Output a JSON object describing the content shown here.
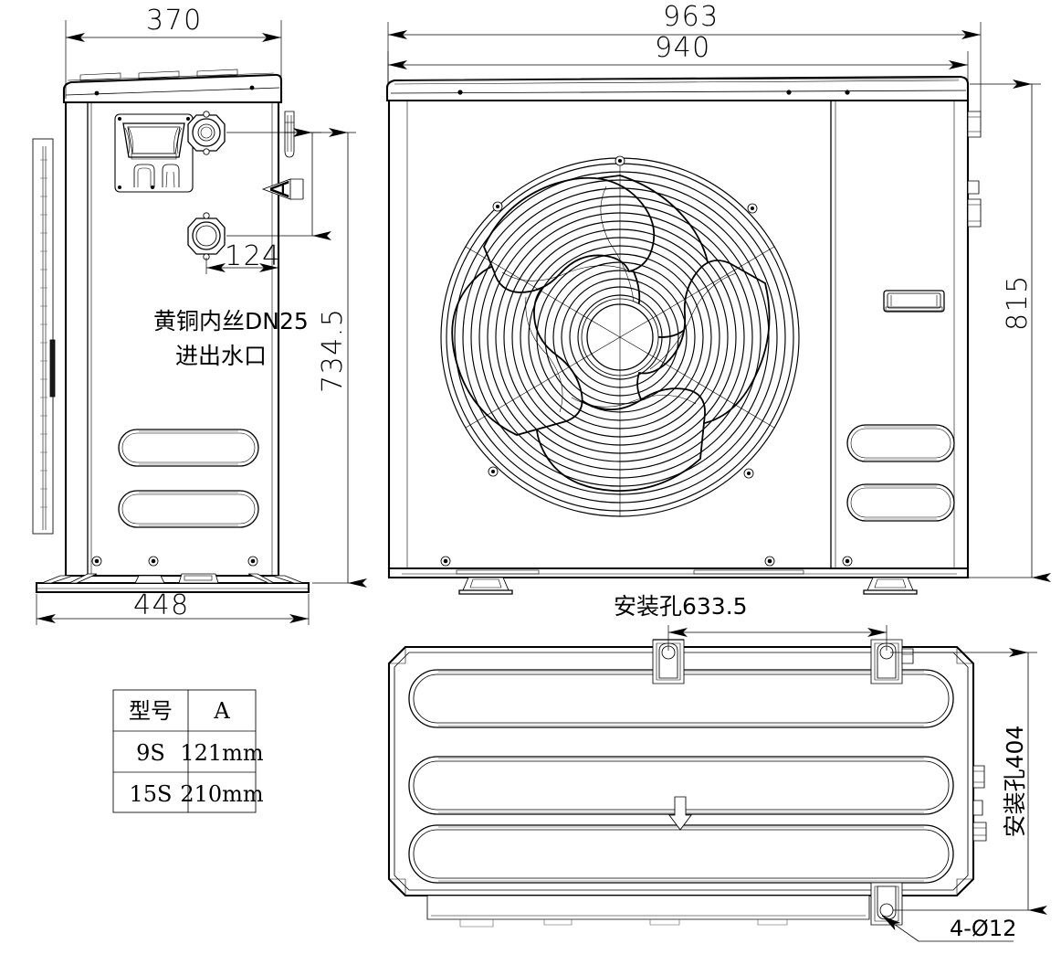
{
  "drawing": {
    "title": "Heat pump unit dimensional drawing",
    "units": "mm",
    "line_color": "#000000",
    "background_color": "#ffffff"
  },
  "views": {
    "side": {
      "name": "side-view",
      "dimensions": {
        "width_top": "370",
        "width_base": "448",
        "height": "734.5",
        "port_offset": "124",
        "variable_height_label": "A"
      },
      "annotation_line1": "黄铜内丝DN25",
      "annotation_line2": "进出水口"
    },
    "front": {
      "name": "front-view",
      "dimensions": {
        "width_outer": "963",
        "width_inner": "940",
        "height": "815"
      }
    },
    "top": {
      "name": "top-view",
      "dimensions": {
        "mounting_hole_width": "安装孔633.5",
        "mounting_hole_depth": "安装孔404",
        "hole_callout": "4-Ø12"
      }
    }
  },
  "table": {
    "name": "model-dimension-table",
    "headers": [
      "型号",
      "A"
    ],
    "rows": [
      [
        "9S",
        "121mm"
      ],
      [
        "15S",
        "210mm"
      ]
    ]
  },
  "icons": {
    "flow_arrow": "down-arrow-icon",
    "dim_arrow": "dimension-arrow-icon"
  }
}
